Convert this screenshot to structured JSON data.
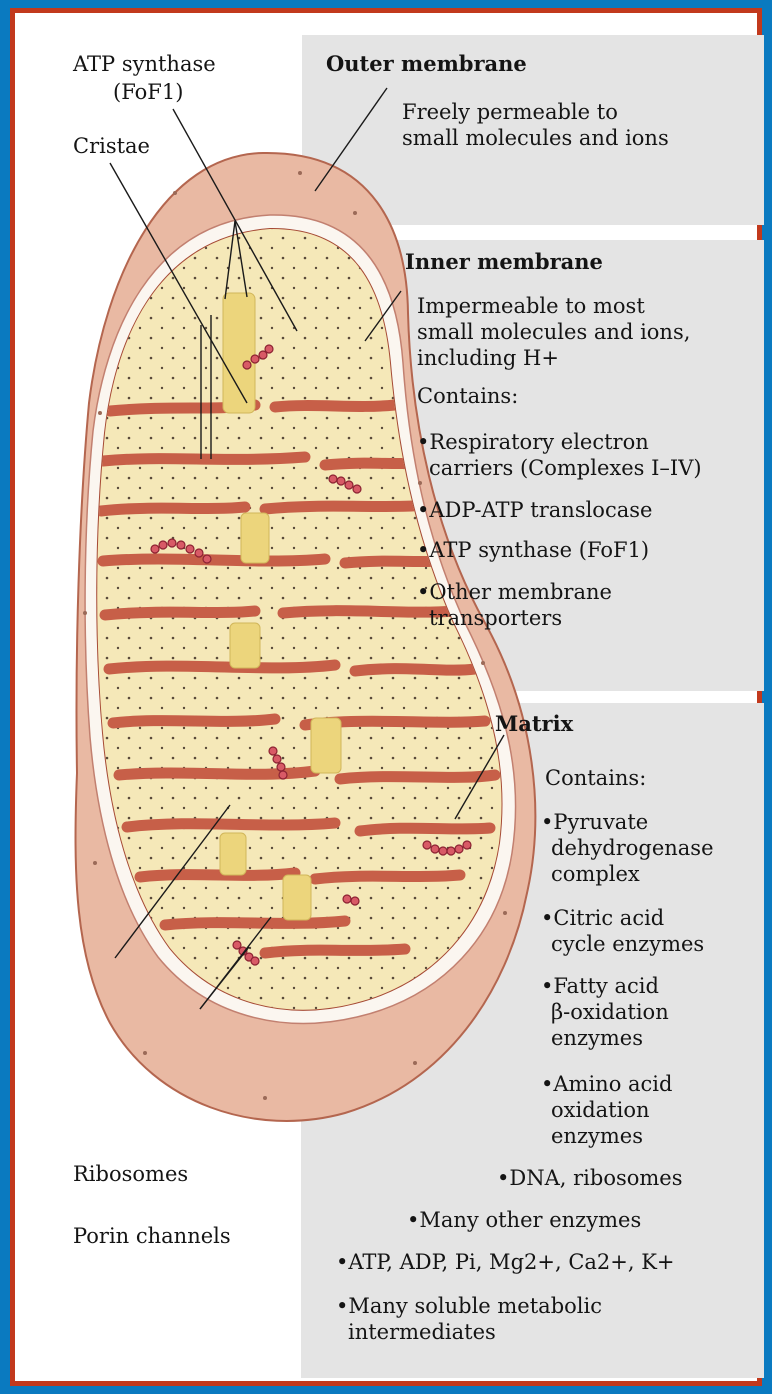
{
  "labels": {
    "atp_synthase_1": "ATP synthase",
    "atp_synthase_2": "(FoF1)",
    "cristae": "Cristae",
    "ribosomes": "Ribosomes",
    "porin_channels": "Porin channels"
  },
  "outer_membrane": {
    "title": "Outer membrane",
    "lines": [
      "Freely permeable to",
      "small molecules and ions"
    ]
  },
  "inner_membrane": {
    "title": "Inner membrane",
    "lines": [
      "Impermeable to most",
      "small molecules and ions,",
      "including H+"
    ],
    "contains": "Contains:",
    "items": [
      [
        "•Respiratory electron",
        "carriers (Complexes I–IV)"
      ],
      [
        "•ADP-ATP translocase"
      ],
      [
        "•ATP synthase (FoF1)"
      ],
      [
        "•Other membrane",
        "transporters"
      ]
    ]
  },
  "matrix": {
    "title": "Matrix",
    "contains": "Contains:",
    "items": [
      [
        "•Pyruvate",
        "dehydrogenase",
        "complex"
      ],
      [
        "•Citric acid",
        "cycle enzymes"
      ],
      [
        "•Fatty acid",
        "β-oxidation",
        "enzymes"
      ],
      [
        "•Amino acid",
        "oxidation",
        "enzymes"
      ],
      [
        "•DNA, ribosomes"
      ],
      [
        "•Many other enzymes"
      ],
      [
        "•ATP, ADP, Pi, Mg2+, Ca2+, K+"
      ],
      [
        "•Many soluble metabolic",
        "intermediates"
      ]
    ]
  },
  "colors": {
    "background": "#0a7ac0",
    "frame": "#c2391d",
    "text_box": "#e4e4e4",
    "outer_membrane": "#e9b9a3",
    "inner_membrane": "#c9614a",
    "matrix": "#f5e8b8"
  }
}
